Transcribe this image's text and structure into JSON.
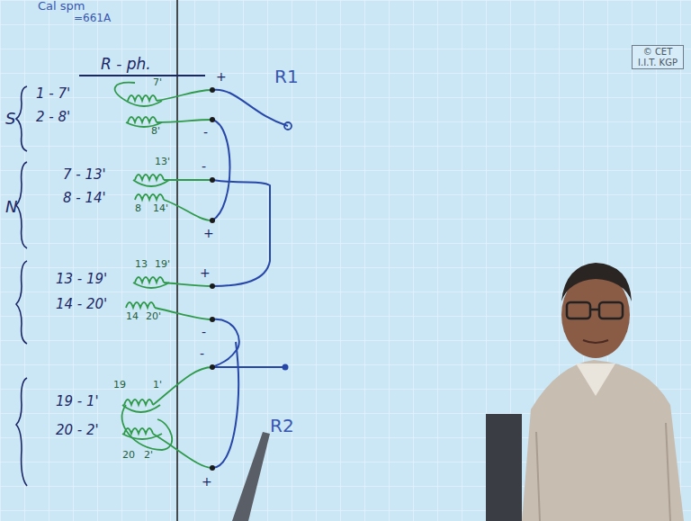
{
  "diagram": {
    "nodes": [
      {
        "text": [
          "© CET I.I.T. KGP"
        ]
      }
    ],
    "labels": [
      "Cal spm",
      "=661A",
      "R - ph.",
      "S",
      "1 - 7'",
      "2 - 8'",
      "N",
      "7 - 13'",
      "8 - 14'",
      "13 - 19'",
      "14 - 20'",
      "19 - 1'",
      "20 - 2'",
      "R1",
      "R2",
      "7'",
      "8'",
      "13'",
      "8",
      "14'",
      "13",
      "19'",
      "14",
      "20'",
      "19",
      "1'",
      "20",
      "2'",
      "+",
      "-",
      "-",
      "+",
      "+",
      "-",
      "-",
      "+"
    ]
  }
}
